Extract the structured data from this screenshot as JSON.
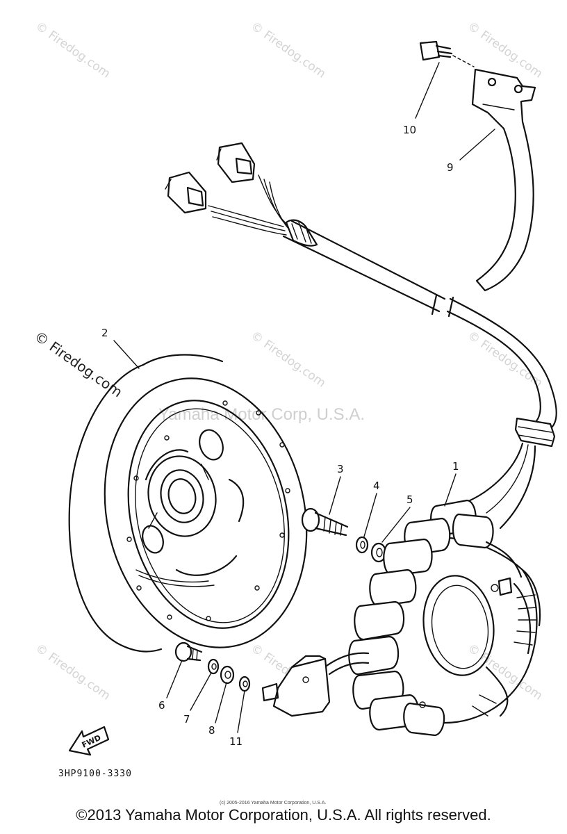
{
  "watermarks": {
    "site": "© Firedog.com",
    "center": "Yamaha Motor Corp, U.S.A."
  },
  "callouts": {
    "c1": "1",
    "c2": "2",
    "c3": "3",
    "c4": "4",
    "c5": "5",
    "c6": "6",
    "c7": "7",
    "c8": "8",
    "c9": "9",
    "c10": "10",
    "c11": "11"
  },
  "fwd_label": "FWD",
  "diagram_code": "3HP9100-3330",
  "small_notice": "(c) 2005-2016 Yamaha Motor Corporation, U.S.A.",
  "copyright": "©2013 Yamaha Motor Corporation, U.S.A. All rights reserved."
}
